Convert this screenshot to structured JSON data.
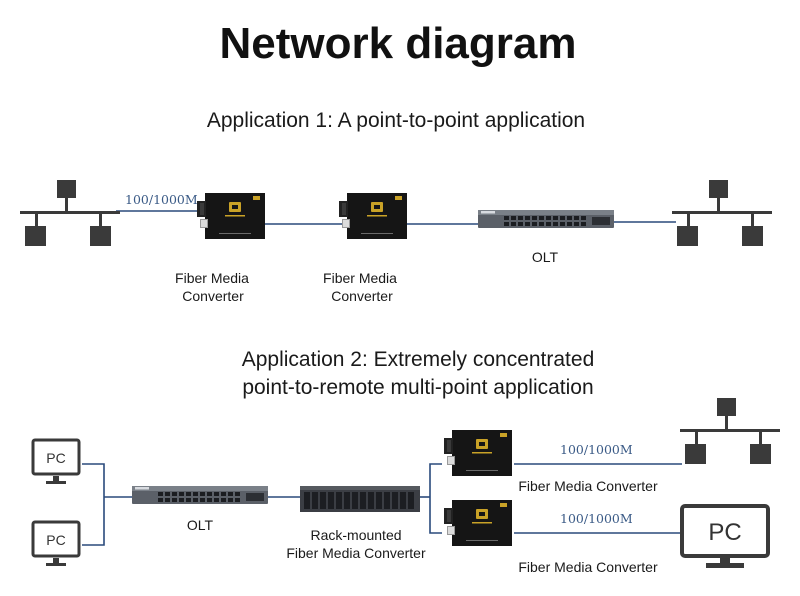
{
  "title": "Network diagram",
  "app1": {
    "heading": "Application 1: A point-to-point application",
    "speed_label": "100/1000M",
    "converter_a_line1": "Fiber Media",
    "converter_a_line2": "Converter",
    "converter_b_line1": "Fiber Media",
    "converter_b_line2": "Converter",
    "olt_label": "OLT"
  },
  "app2": {
    "heading_line1": "Application 2: Extremely concentrated",
    "heading_line2": "point-to-remote multi-point application",
    "pc_top": "PC",
    "pc_bottom": "PC",
    "olt_label": "OLT",
    "rack_line1": "Rack-mounted",
    "rack_line2": "Fiber Media Converter",
    "speed_top": "100/1000M",
    "speed_bottom": "100/1000M",
    "converter_top_label": "Fiber Media Converter",
    "converter_bottom_label": "Fiber Media Converter",
    "pc_remote": "PC"
  },
  "colors": {
    "fiber_link": "#2a4a7c",
    "network_node": "#3a3a3a",
    "switch_body": "#4a4f57",
    "converter_body": "#121212",
    "converter_accent": "#c9a227",
    "pc_outline": "#3a3a3a"
  },
  "icons": [
    "lan-topology-icon",
    "pc-monitor-icon",
    "ethernet-switch-icon",
    "fiber-converter-icon",
    "rack-chassis-icon"
  ]
}
